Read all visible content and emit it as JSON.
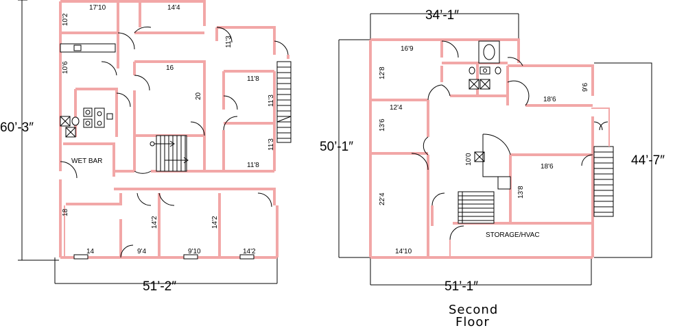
{
  "first_floor": {
    "overall": {
      "height": "60’-3″",
      "width": "51’-2″"
    },
    "rooms": {
      "top_left_w": "17'10",
      "top_left_h": "10'2",
      "top_mid_w": "14'4",
      "right_upper": "11'3",
      "kitchen_h": "10'6",
      "center_w": "16",
      "center_h": "20",
      "right_mid_w": "11'8",
      "right_mid_h": "11'3",
      "right_low_h": "11'3",
      "right_low_w": "11'8",
      "wet_bar": "WET BAR",
      "bottom_left_h": "18",
      "bottom_left_w": "14",
      "bottom_mid_h": "14'2",
      "bottom_mid_w": "9'4",
      "bottom_r1_w": "9'10",
      "bottom_r2_h": "14'2",
      "bottom_r2_w": "14'2"
    }
  },
  "second_floor": {
    "overall": {
      "top": "34’-1″",
      "left": "50’-1″",
      "right": "44’-7″",
      "bottom": "51’-1″"
    },
    "rooms": {
      "tl_w": "16'9",
      "tl_h": "12'8",
      "right_top_h": "9'6",
      "right_top_w": "18'6",
      "left_mid_w": "12'4",
      "left_mid_h": "13'6",
      "closet_h": "10'0",
      "right_mid_w": "18'6",
      "right_mid_h": "13'8",
      "bottom_left_h": "22'4",
      "bottom_left_w": "14'10",
      "storage": "STORAGE/HVAC"
    },
    "caption_line1": "Second",
    "caption_line2": "Floor"
  }
}
